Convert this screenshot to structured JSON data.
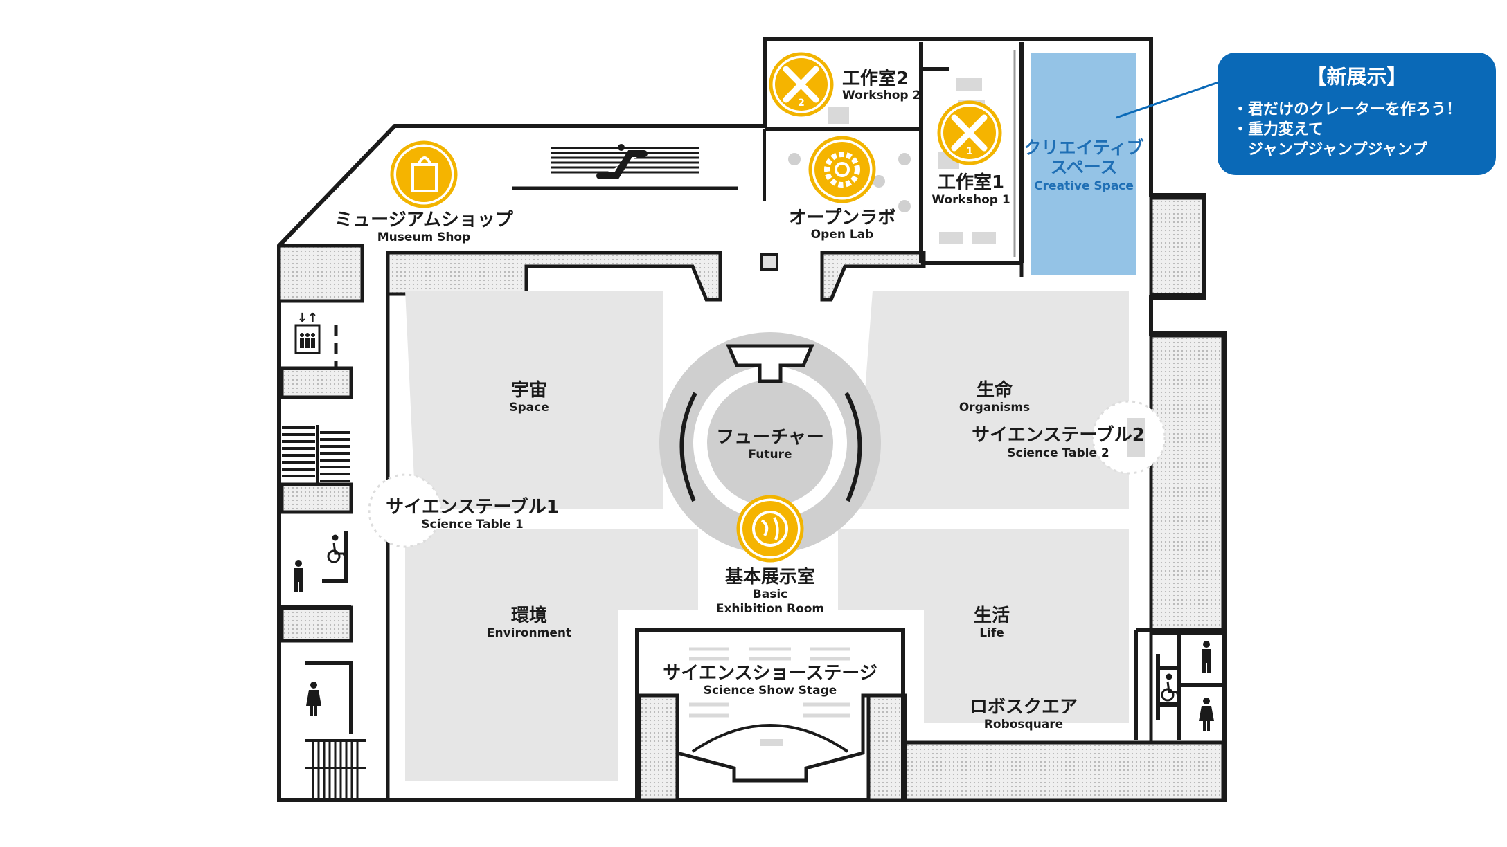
{
  "callout": {
    "title": "【新展示】",
    "lines": [
      "・君だけのクレーターを作ろう！",
      "・重力変えて",
      "　ジャンプジャンプジャンプ"
    ]
  },
  "rooms": {
    "workshop2": {
      "jp": "工作室2",
      "en": "Workshop 2"
    },
    "workshop1": {
      "jp": "工作室1",
      "en": "Workshop 1"
    },
    "creative_space": {
      "jp_line1": "クリエイティブ",
      "jp_line2": "スペース",
      "en": "Creative Space"
    },
    "open_lab": {
      "jp": "オープンラボ",
      "en": "Open Lab"
    },
    "museum_shop": {
      "jp": "ミュージアムショップ",
      "en": "Museum Shop"
    },
    "space": {
      "jp": "宇宙",
      "en": "Space"
    },
    "organisms": {
      "jp": "生命",
      "en": "Organisms"
    },
    "future": {
      "jp": "フューチャー",
      "en": "Future"
    },
    "science_table_2": {
      "jp": "サイエンステーブル2",
      "en": "Science Table 2"
    },
    "science_table_1": {
      "jp": "サイエンステーブル1",
      "en": "Science Table 1"
    },
    "basic_exhibition": {
      "jp": "基本展示室",
      "en_line1": "Basic",
      "en_line2": "Exhibition Room"
    },
    "environment": {
      "jp": "環境",
      "en": "Environment"
    },
    "life": {
      "jp": "生活",
      "en": "Life"
    },
    "science_show_stage": {
      "jp": "サイエンスショーステージ",
      "en": "Science Show Stage"
    },
    "robosquare": {
      "jp": "ロボスクエア",
      "en": "Robosquare"
    }
  },
  "icons": [
    "workshop-2-tools-icon",
    "workshop-1-tools-icon",
    "open-lab-gear-icon",
    "museum-shop-bag-icon",
    "basic-exhibition-globe-icon",
    "elevator-icon",
    "escalator-icon",
    "wheelchair-icon",
    "restroom-man-icon",
    "restroom-woman-icon"
  ],
  "colors": {
    "accent_yellow": "#f5b400",
    "creative_space_blue": "#94c3e6",
    "callout_blue": "#0a69b7",
    "zone_gray": "#e6e6e6"
  }
}
